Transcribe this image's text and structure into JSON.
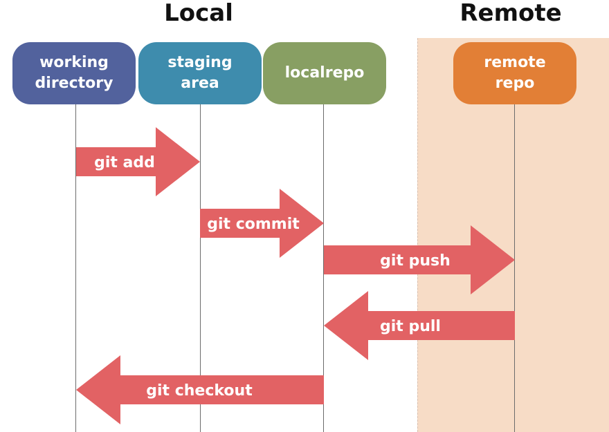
{
  "sections": {
    "local": "Local",
    "remote": "Remote"
  },
  "nodes": [
    {
      "id": "working",
      "lines": [
        "working",
        "directory"
      ],
      "color": "#52629d"
    },
    {
      "id": "staging",
      "lines": [
        "staging",
        "area"
      ],
      "color": "#3e8cad"
    },
    {
      "id": "local",
      "lines": [
        "localrepo"
      ],
      "color": "#889f63"
    },
    {
      "id": "remote",
      "lines": [
        "remote",
        "repo"
      ],
      "color": "#e27f36"
    }
  ],
  "commands": [
    {
      "label": "git add",
      "from": "working",
      "to": "staging"
    },
    {
      "label": "git commit",
      "from": "staging",
      "to": "local"
    },
    {
      "label": "git push",
      "from": "local",
      "to": "remote"
    },
    {
      "label": "git pull",
      "from": "remote",
      "to": "local"
    },
    {
      "label": "git checkout",
      "from": "local",
      "to": "working"
    }
  ],
  "colors": {
    "arrow": "#e26264",
    "remote_background": "#f7dcc6"
  }
}
